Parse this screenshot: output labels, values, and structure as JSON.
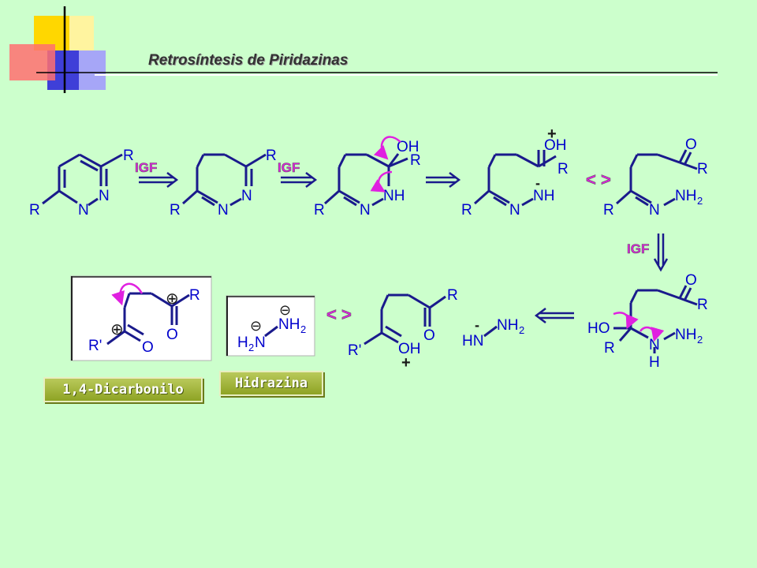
{
  "header": {
    "title": "Retrosíntesis de Piridazinas"
  },
  "labels": {
    "igf": "IGF",
    "equiv": "< >",
    "r": "R",
    "r_prime": "R'",
    "n": "N",
    "nh": "NH",
    "nh2": "NH",
    "h2n": "H",
    "hn": "HN",
    "h": "H",
    "o": "O",
    "oh": "OH",
    "ho": "HO",
    "sub2": "2",
    "plus": "+",
    "minus": "-",
    "oplus": "⊕",
    "ominus": "⊖"
  },
  "boxes": {
    "dicarbonyl": "1,4-Dicarbonilo",
    "hydrazine": "Hidrazina"
  },
  "colors": {
    "bond": "#1a1a8c",
    "atom": "#0000cc",
    "arrow": "#e020e0",
    "igf": "#e020e0",
    "background": "#ccffcc"
  }
}
